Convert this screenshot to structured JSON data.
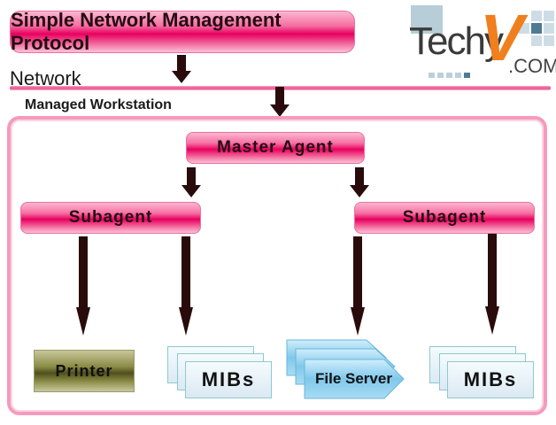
{
  "title": "Simple Network Management Protocol",
  "network_label": "Network",
  "workstation_label": "Managed Workstation",
  "master_agent": "Master Agent",
  "subagents": [
    "Subagent",
    "Subagent"
  ],
  "devices": {
    "printer": "Printer",
    "mibs_left": "MIBs",
    "file_server": "File Server",
    "mibs_right": "MIBs"
  },
  "logo": {
    "brand": "Techy",
    "accent_letter": "V",
    "suffix": ".COM"
  },
  "colors": {
    "pink": "#e8005f",
    "arrow": "#2a0b0b",
    "border": "#f27aa8",
    "printer": "#7c7a33",
    "fileserver": "#7cc7ea"
  }
}
